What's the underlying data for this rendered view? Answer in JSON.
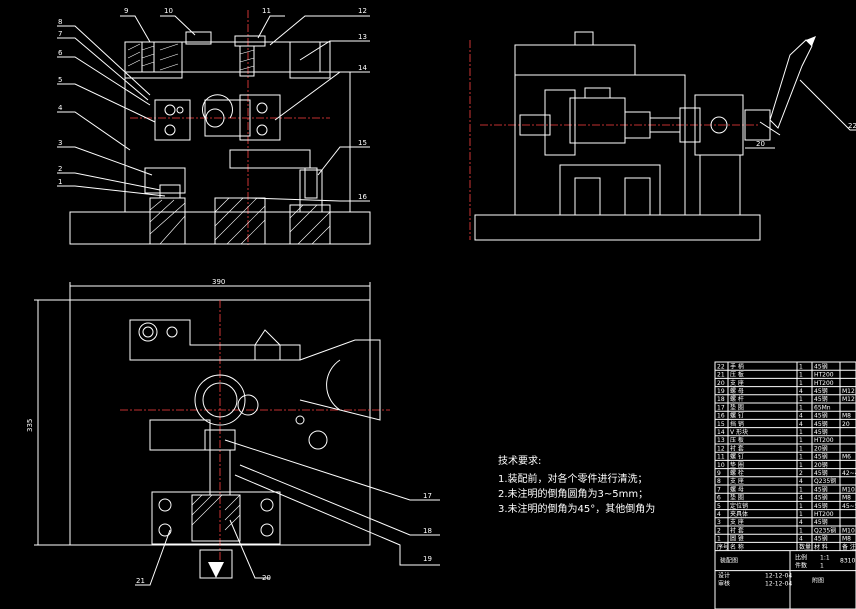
{
  "callouts": {
    "front_view": [
      "8",
      "7",
      "6",
      "5",
      "4",
      "3",
      "2",
      "1",
      "9",
      "10",
      "11",
      "12",
      "13",
      "14",
      "15",
      "16"
    ],
    "top_view": [
      "21",
      "20",
      "17",
      "18",
      "19"
    ],
    "side_view": [
      "22"
    ]
  },
  "dimensions": {
    "width": "390",
    "height": "335",
    "side": "20"
  },
  "tech_requirements": {
    "title": "技术要求:",
    "items": [
      "1.装配前，对各个零件进行清洗；",
      "2.未注明的倒角圆角为3~5mm；",
      "3.未注明的倒角为45°，其他倒角为"
    ]
  },
  "bom": {
    "rows": [
      [
        "22",
        "手 柄",
        "1",
        "45钢",
        ""
      ],
      [
        "21",
        "压 板",
        "1",
        "HT200",
        ""
      ],
      [
        "20",
        "支 座",
        "1",
        "HT200",
        ""
      ],
      [
        "19",
        "螺 母",
        "4",
        "45钢",
        "M12"
      ],
      [
        "18",
        "螺 杆",
        "1",
        "45钢",
        "M12"
      ],
      [
        "17",
        "垫 圈",
        "1",
        "65Mn",
        ""
      ],
      [
        "16",
        "螺 钉",
        "4",
        "45钢",
        "M8"
      ],
      [
        "15",
        "挡 销",
        "4",
        "45钢",
        "20"
      ],
      [
        "14",
        "V 形块",
        "1",
        "45钢",
        ""
      ],
      [
        "13",
        "压 板",
        "1",
        "HT200",
        ""
      ],
      [
        "12",
        "衬 套",
        "1",
        "20钢",
        ""
      ],
      [
        "11",
        "螺 钉",
        "1",
        "45钢",
        "M6"
      ],
      [
        "10",
        "垫 圈",
        "1",
        "20钢",
        ""
      ],
      [
        "9",
        "螺 栓",
        "2",
        "45钢",
        "42~4"
      ],
      [
        "8",
        "支 座",
        "4",
        "Q235钢",
        ""
      ],
      [
        "7",
        "螺 母",
        "1",
        "45钢",
        "M10"
      ],
      [
        "6",
        "垫 圈",
        "4",
        "45钢",
        "M8"
      ],
      [
        "5",
        "定位销",
        "1",
        "45钢",
        "45~5"
      ],
      [
        "4",
        "夹具体",
        "1",
        "HT200",
        ""
      ],
      [
        "3",
        "支 座",
        "4",
        "45钢",
        ""
      ],
      [
        "2",
        "衬 套",
        "1",
        "Q235钢",
        "M10"
      ],
      [
        "1",
        "圆 锥",
        "4",
        "45钢",
        "M8"
      ]
    ],
    "header": [
      "序号",
      "名 称",
      "数量",
      "材 料",
      "备 注"
    ],
    "title_block": {
      "drawing_name": "装配图",
      "scale_label": "比例",
      "scale_value": "1:1",
      "qty_label": "件数",
      "qty_value": "1",
      "code": "8310",
      "designer_label": "设计",
      "checker_label": "审核",
      "date1": "12-12-04",
      "date2": "12-12-04",
      "note": "附图"
    }
  }
}
